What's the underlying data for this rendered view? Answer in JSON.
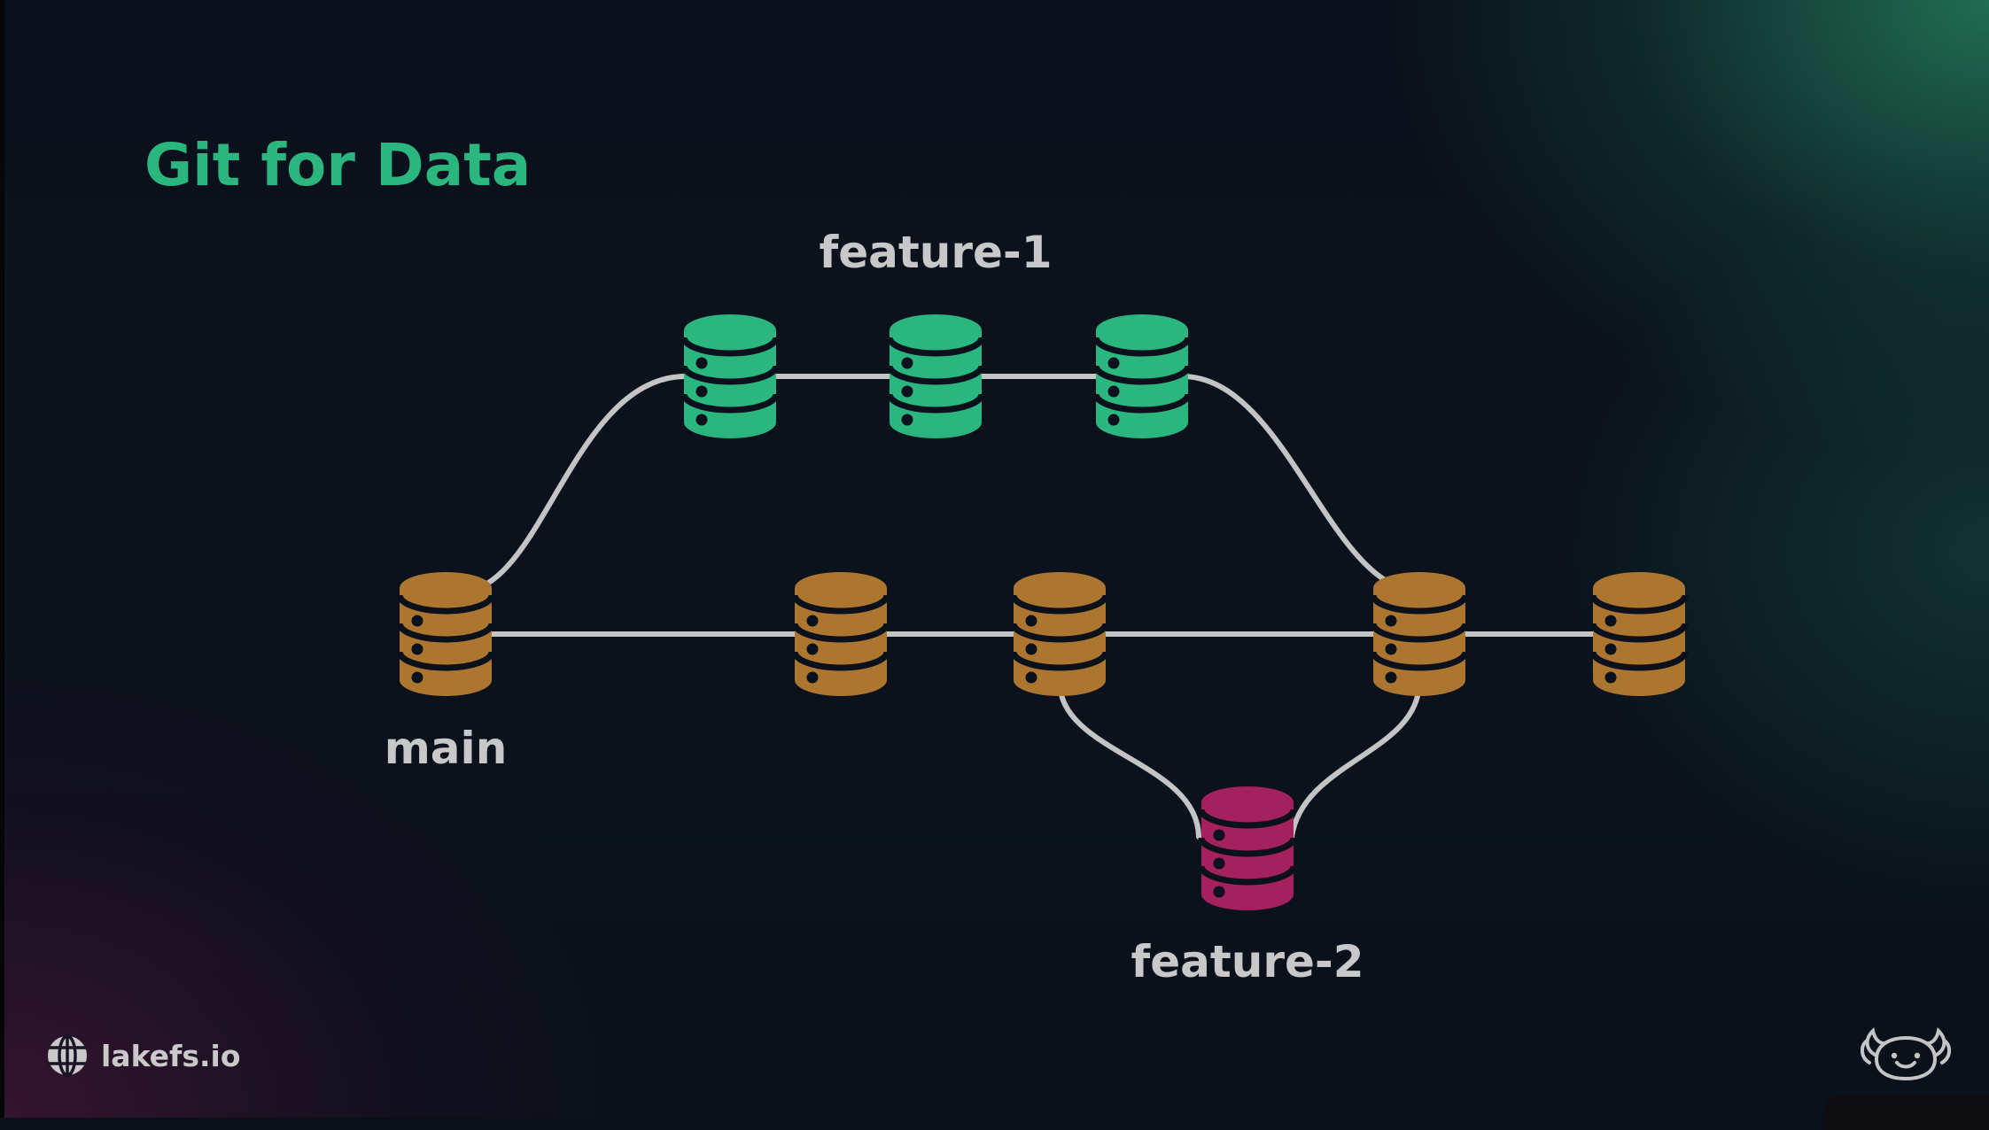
{
  "slide": {
    "title": "Git for Data",
    "colors": {
      "title": "#2bb57f",
      "main_branch": "#ad7630",
      "feature_1": "#2bb57f",
      "feature_2": "#a3215e",
      "connector": "#c4c4c4",
      "label": "#c8c8c8"
    }
  },
  "diagram": {
    "branches": [
      {
        "id": "main",
        "label": "main",
        "color_key": "main_branch",
        "commit_count": 5
      },
      {
        "id": "feature-1",
        "label": "feature-1",
        "color_key": "feature_1",
        "commit_count": 3
      },
      {
        "id": "feature-2",
        "label": "feature-2",
        "color_key": "feature_2",
        "commit_count": 1
      }
    ],
    "relations": [
      {
        "type": "branch",
        "from": "main commit 1",
        "to": "feature-1"
      },
      {
        "type": "merge",
        "from": "feature-1",
        "to": "main commit 4"
      },
      {
        "type": "branch",
        "from": "main commit 3",
        "to": "feature-2"
      },
      {
        "type": "merge",
        "from": "feature-2",
        "to": "main commit 4"
      }
    ],
    "node_icon": "database-icon"
  },
  "footer": {
    "link_icon": "globe-icon",
    "link_text": "lakefs.io",
    "logo_icon": "axolotl-logo-icon"
  }
}
